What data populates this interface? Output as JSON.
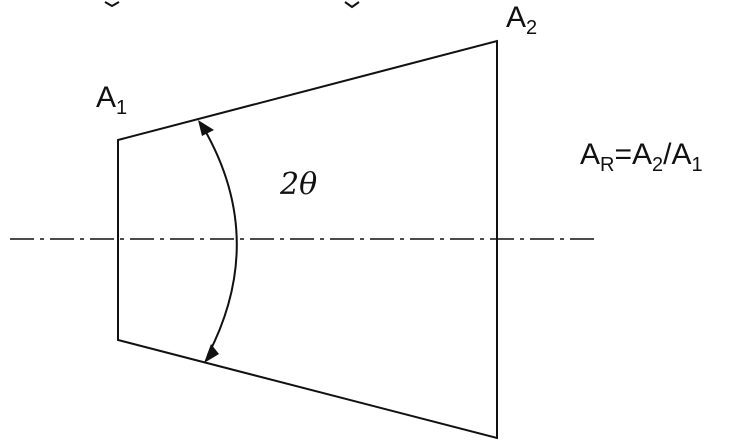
{
  "labels": {
    "inlet_area": {
      "main": "A",
      "sub": "1"
    },
    "outlet_area": {
      "main": "A",
      "sub": "2"
    },
    "area_ratio": {
      "main1": "A",
      "sub1": "R",
      "eq": "=",
      "main2": "A",
      "sub2": "2",
      "slash": "/",
      "main3": "A",
      "sub3": "1"
    },
    "angle": "2θ"
  },
  "colors": {
    "stroke": "#111111",
    "background": "#ffffff"
  }
}
